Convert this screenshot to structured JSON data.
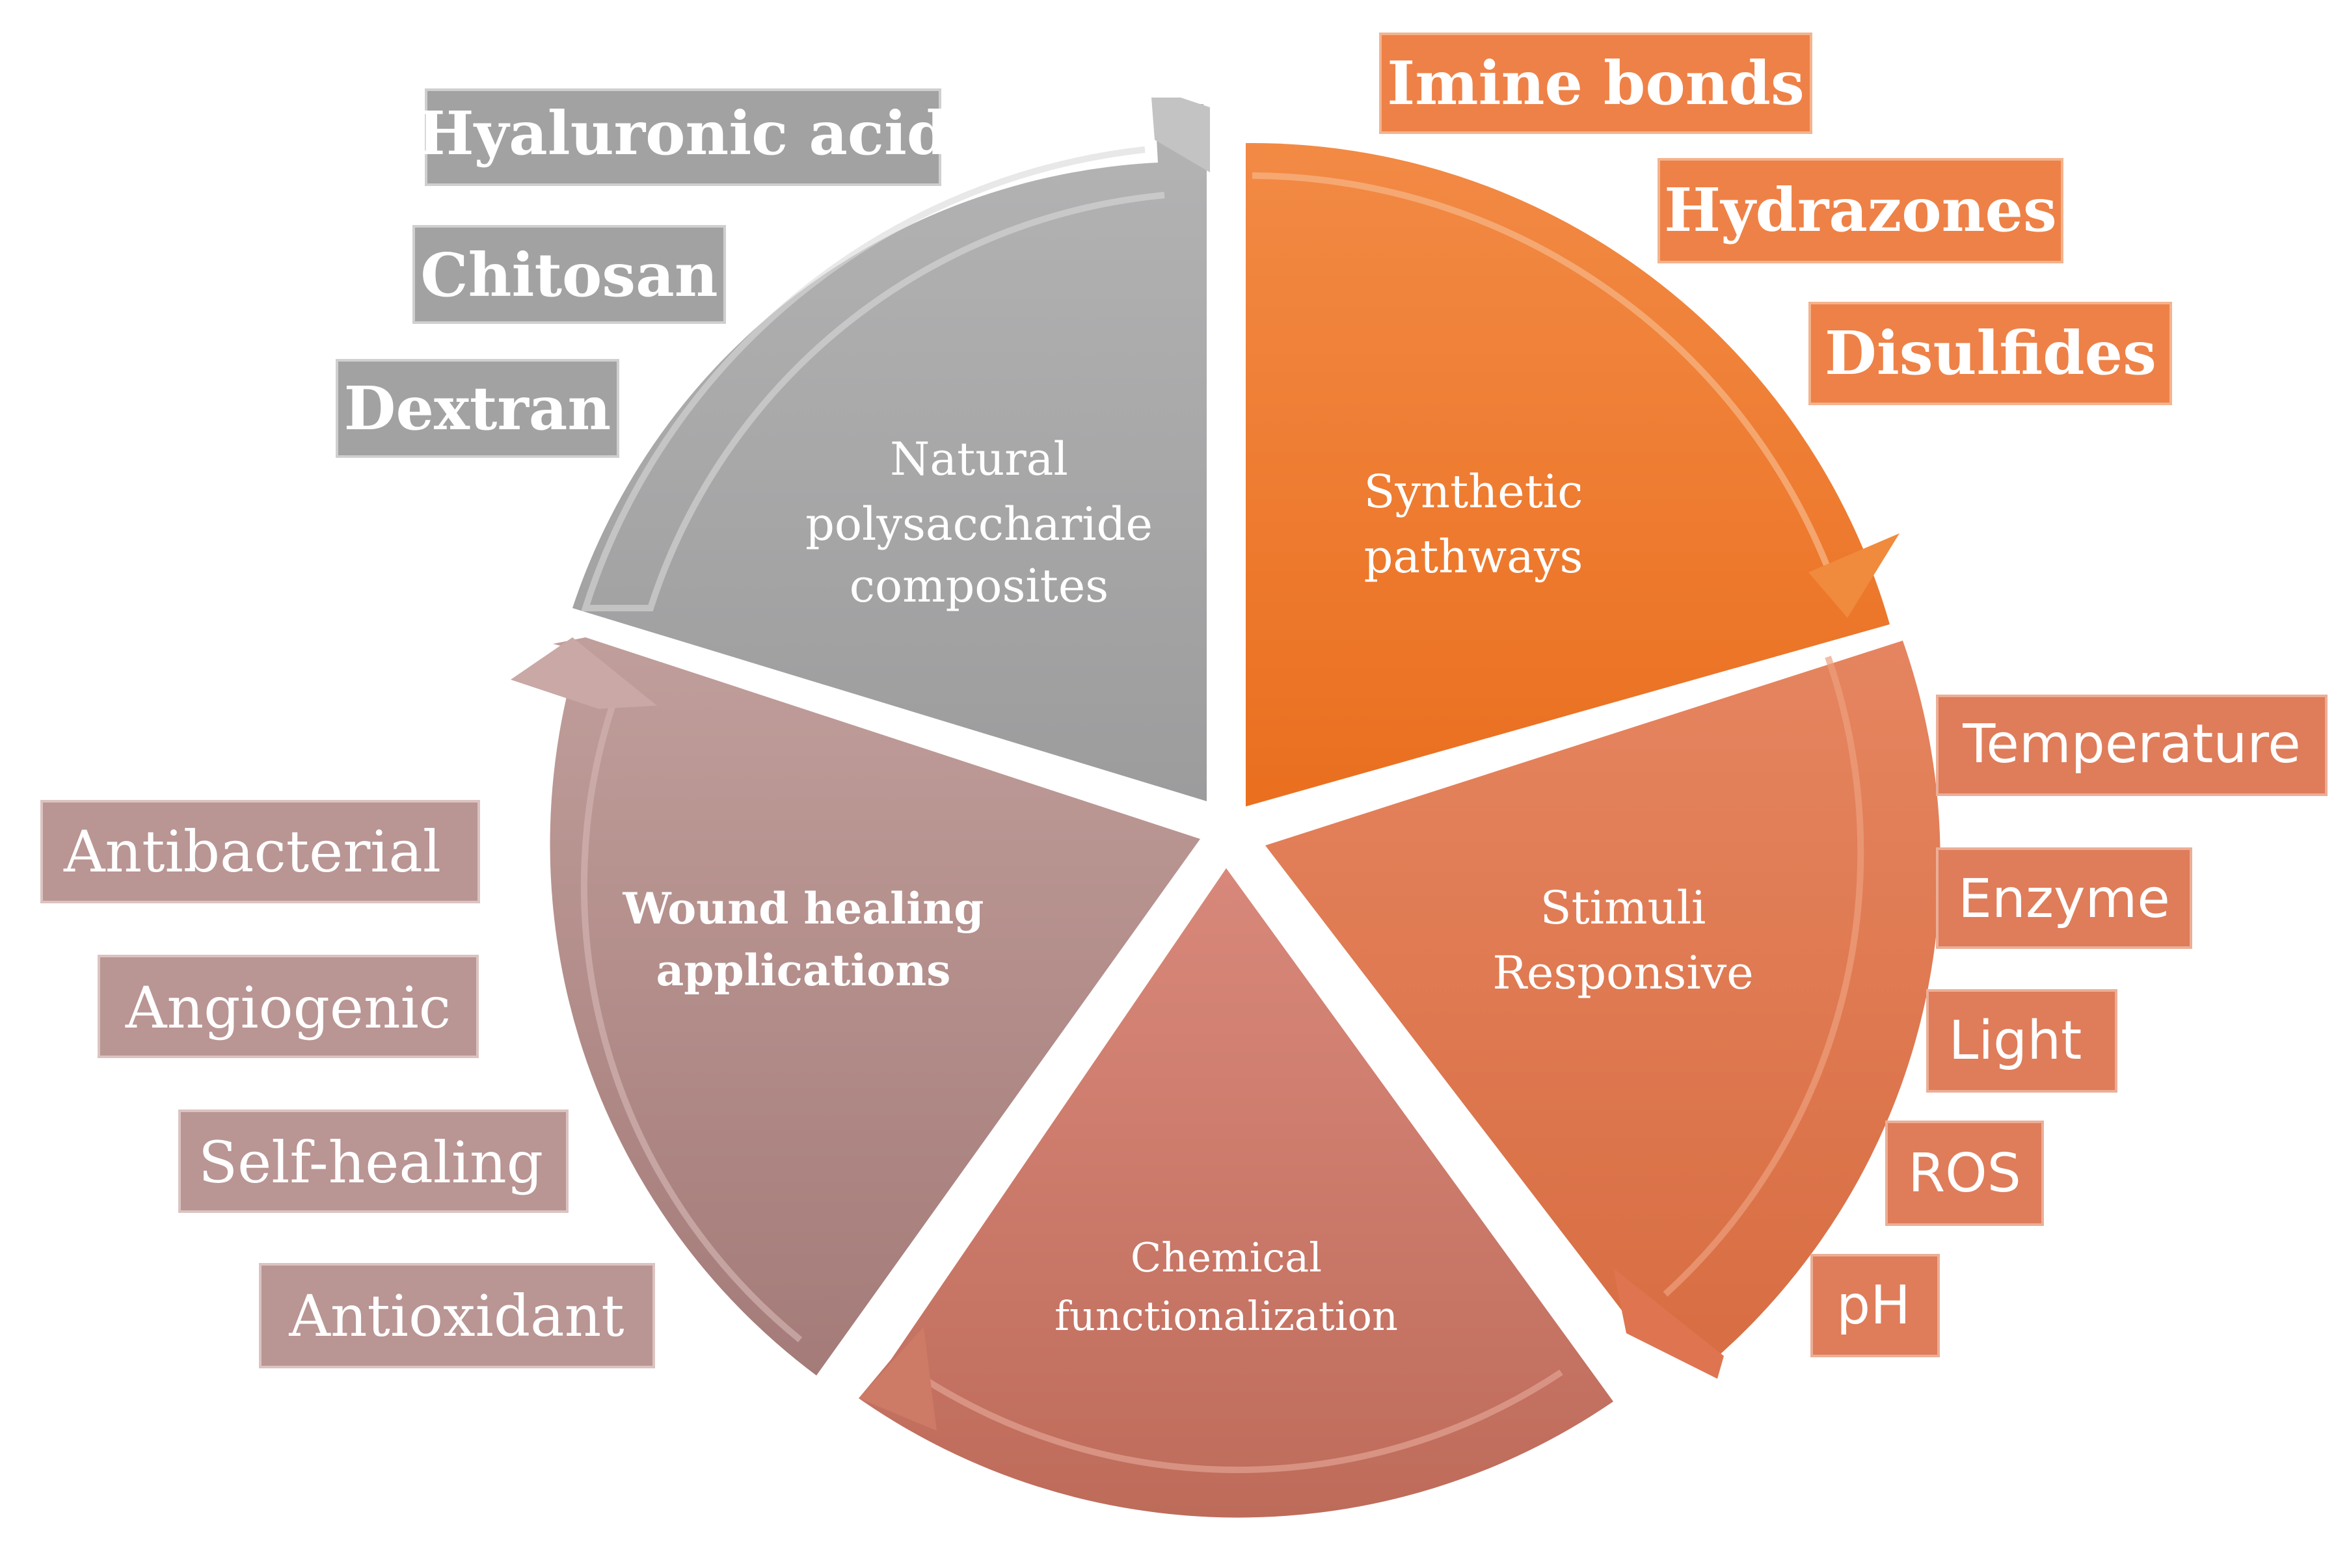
{
  "colors": {
    "gray": "#a9a9aa",
    "orange": "#ee7b2f",
    "coral": "#de7a55",
    "terracotta": "#c77a68",
    "mauve": "#b38d8a",
    "gray_tag": "#a2a2a3",
    "orange_tag": "#ee8147",
    "coral_tag": "#df7c5a",
    "mauve_tag": "#b99593"
  },
  "segments": {
    "natural": [
      "Natural",
      "polysaccharide",
      "composites"
    ],
    "synthetic": [
      "Synthetic",
      "pathways"
    ],
    "stimuli": [
      "Stimuli",
      "Responsive"
    ],
    "chemical": [
      "Chemical",
      "functionalization"
    ],
    "wound": [
      "Wound healing",
      "applications"
    ]
  },
  "tags": {
    "polysaccharides": [
      "Hyaluronic acid",
      "Chitosan",
      "Dextran"
    ],
    "bonds": [
      "Imine bonds",
      "Hydrazones",
      "Disulfides"
    ],
    "stimuli": [
      "Temperature",
      "Enzyme",
      "Light",
      "ROS",
      "pH"
    ],
    "properties": [
      "Antibacterial",
      "Angiogenic",
      "Self-healing",
      "Antioxidant"
    ]
  }
}
